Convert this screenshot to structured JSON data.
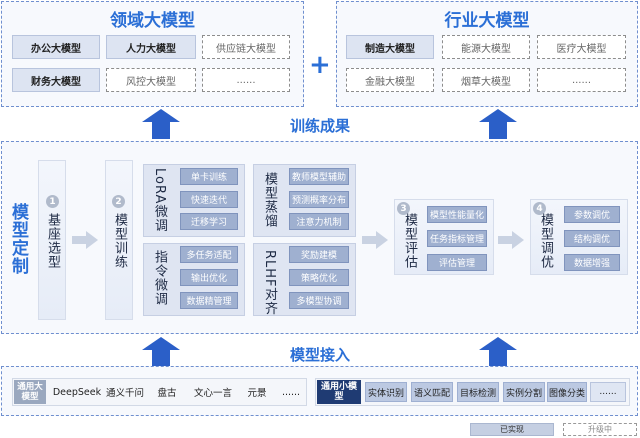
{
  "domain_models": {
    "title": "领域大模型",
    "items": [
      "办公大模型",
      "人力大模型",
      "供应链大模型",
      "财务大模型",
      "风控大模型",
      "......"
    ]
  },
  "industry_models": {
    "title": "行业大模型",
    "items": [
      "制造大模型",
      "能源大模型",
      "医疗大模型",
      "金融大模型",
      "烟草大模型",
      "......"
    ]
  },
  "plus": "+",
  "training_results": "训练成果",
  "customization": {
    "side_title": "模型定制",
    "stages": [
      {
        "num": "1",
        "label": "基座选型"
      },
      {
        "num": "2",
        "label": "模型训练"
      },
      {
        "num": "3",
        "label": "模型评估"
      },
      {
        "num": "4",
        "label": "模型调优"
      }
    ],
    "groups": [
      {
        "title": "LoRA微调",
        "items": [
          "单卡训练",
          "快速迭代",
          "迁移学习"
        ]
      },
      {
        "title": "模型蒸馏",
        "items": [
          "教师模型辅助",
          "预测概率分布",
          "注意力机制"
        ]
      },
      {
        "title": "指令微调",
        "items": [
          "多任务适配",
          "输出优化",
          "数据精管理"
        ]
      },
      {
        "title": "RLHF对齐",
        "items": [
          "奖励建模",
          "策略优化",
          "多模型协调"
        ]
      }
    ],
    "eval_items": [
      "模型性能量化",
      "任务指标管理",
      "评估管理"
    ],
    "tune_items": [
      "参数调优",
      "结构调优",
      "数据增强"
    ]
  },
  "model_access": "模型接入",
  "bottom": {
    "general_large_label": "通用大模型",
    "large_models": [
      "DeepSeek",
      "通义千问",
      "盘古",
      "文心一言",
      "元景",
      "......"
    ],
    "general_small_label": "通用小模型",
    "small_models": [
      "实体识别",
      "语义匹配",
      "目标检测",
      "实例分割",
      "图像分类",
      "......"
    ]
  },
  "legend": {
    "done": "已实现",
    "upgrading": "升级中"
  },
  "colors": {
    "accent": "#2b6fd6",
    "border": "#6f8fcf",
    "arrow": "#2b5fc8"
  }
}
